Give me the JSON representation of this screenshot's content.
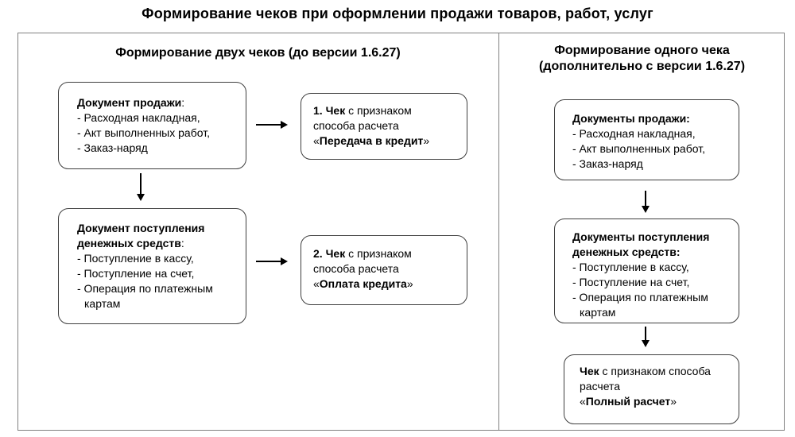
{
  "page_title": "Формирование чеков при оформлении продажи товаров, работ, услуг",
  "palette": {
    "background": "#ffffff",
    "frame_border": "#808080",
    "node_border": "#3f3f3f",
    "text": "#000000",
    "arrow": "#000000"
  },
  "left_section": {
    "header": "Формирование двух чеков (до версии 1.6.27)",
    "sale_doc_box": {
      "title": "Документ продажи",
      "colon": ":",
      "items": [
        "- Расходная накладная,",
        "- Акт выполненных работ,",
        "- Заказ-наряд"
      ]
    },
    "check1_box": {
      "bold_prefix": "1. Чек",
      "line1_rest": " с признаком",
      "line2": "способа расчета",
      "quote_open": "«",
      "bold_value": "Передача в кредит",
      "quote_close": "»"
    },
    "payment_doc_box": {
      "title_line1": "Документ поступления",
      "title_line2": "денежных средств",
      "colon": ":",
      "items": [
        "- Поступление в кассу,",
        "- Поступление на счет,",
        "- Операция по платежным",
        "картам"
      ]
    },
    "check2_box": {
      "bold_prefix": "2. Чек",
      "line1_rest": " с признаком",
      "line2": "способа расчета",
      "quote_open": "«",
      "bold_value": "Оплата кредита",
      "quote_close": "»"
    }
  },
  "right_section": {
    "header_line1": "Формирование одного чека",
    "header_line2": "(дополнительно с версии 1.6.27)",
    "sale_docs_box": {
      "title": "Документы продажи:",
      "items": [
        "- Расходная накладная,",
        "- Акт выполненных работ,",
        "- Заказ-наряд"
      ]
    },
    "payment_docs_box": {
      "title_line1": "Документы поступления",
      "title_line2": "денежных средств:",
      "items": [
        "- Поступление в кассу,",
        "- Поступление на счет,",
        "- Операция по платежным",
        "картам"
      ]
    },
    "check_box": {
      "bold_prefix": "Чек",
      "line1_rest": " с признаком способа",
      "line2": "расчета",
      "quote_open": "«",
      "bold_value": "Полный расчет",
      "quote_close": "»"
    }
  }
}
